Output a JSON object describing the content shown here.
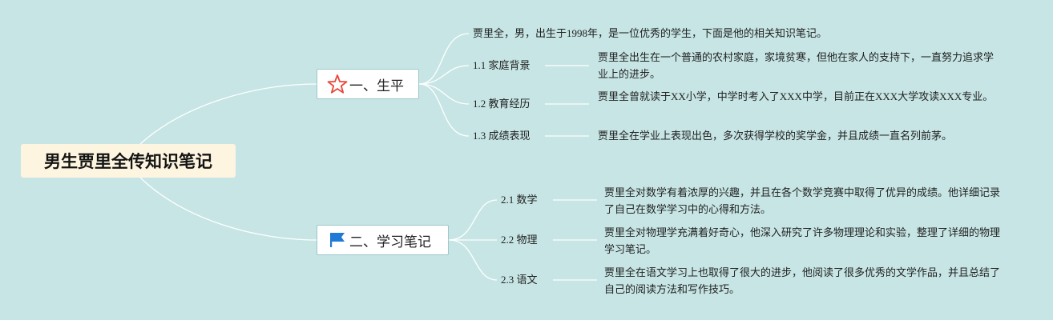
{
  "root": {
    "title": "男生贾里全传知识笔记"
  },
  "branches": [
    {
      "title": "一、生平",
      "icon": "star-outline-icon",
      "intro": "贾里全，男，出生于1998年，是一位优秀的学生，下面是他的相关知识笔记。",
      "items": [
        {
          "label": "1.1 家庭背景",
          "note": "贾里全出生在一个普通的农村家庭，家境贫寒，但他在家人的支持下，一直努力追求学业上的进步。"
        },
        {
          "label": "1.2 教育经历",
          "note": "贾里全曾就读于XX小学，中学时考入了XXX中学，目前正在XXX大学攻读XXX专业。"
        },
        {
          "label": "1.3 成绩表现",
          "note": "贾里全在学业上表现出色，多次获得学校的奖学金，并且成绩一直名列前茅。"
        }
      ]
    },
    {
      "title": "二、学习笔记",
      "icon": "blue-flag-icon",
      "items": [
        {
          "label": "2.1 数学",
          "note": "贾里全对数学有着浓厚的兴趣，并且在各个数学竞赛中取得了优异的成绩。他详细记录了自己在数学学习中的心得和方法。"
        },
        {
          "label": "2.2 物理",
          "note": "贾里全对物理学充满着好奇心，他深入研究了许多物理理论和实验，整理了详细的物理学习笔记。"
        },
        {
          "label": "2.3 语文",
          "note": "贾里全在语文学习上也取得了很大的进步，他阅读了很多优秀的文学作品，并且总结了自己的阅读方法和写作技巧。"
        }
      ]
    }
  ],
  "colors": {
    "background": "#c7e5e5",
    "connector": "#ffffff",
    "root_fill": "#fdf5e0",
    "star_stroke": "#e8473a",
    "flag_fill": "#1e7ad6"
  }
}
